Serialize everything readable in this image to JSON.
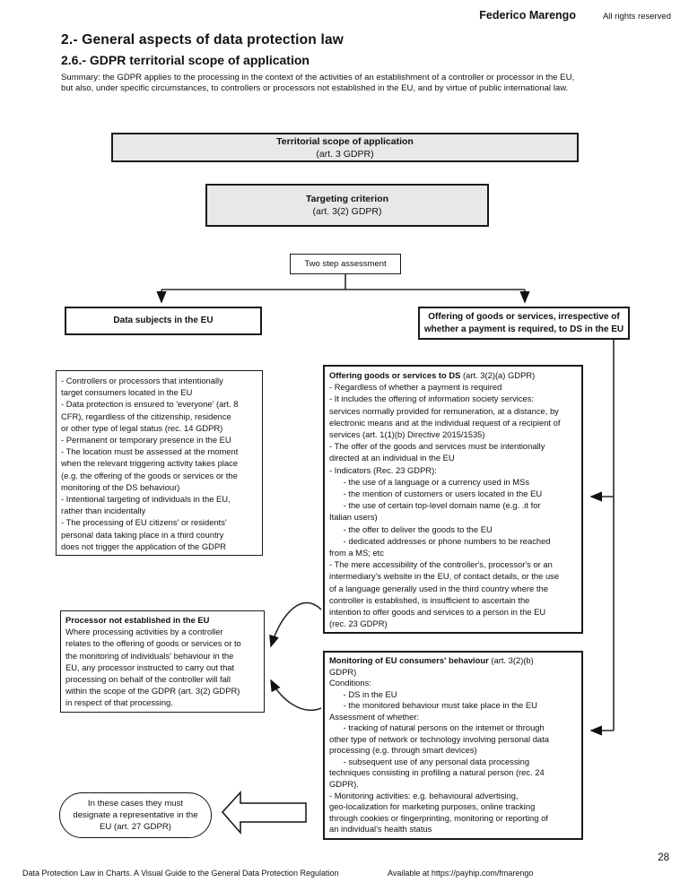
{
  "page": {
    "author": "Federico Marengo",
    "rights": "All rights reserved",
    "title": "2.- General aspects of data protection law",
    "subtitle": "2.6.- GDPR territorial scope of application",
    "summary": "Summary: the GDPR applies to the processing in the context of the activities of an establishment of a controller or processor in the EU,\nbut also, under specific circumstances, to controllers or processors not established in the EU, and by virtue of public international law.",
    "footer_left": "Data Protection Law in Charts. A Visual Guide to the General Data Protection Regulation",
    "footer_right": "Available at https://payhip.com/fmarengo",
    "page_number": "28"
  },
  "colors": {
    "box_fill_gray": "#e8e8e8",
    "border": "#1a1a1a"
  },
  "chart": {
    "territorial": {
      "title": "Territorial scope of application",
      "subtitle": "(art. 3 GDPR)"
    },
    "targeting": {
      "title": "Targeting criterion",
      "subtitle": "(art. 3(2) GDPR)"
    },
    "two_step": "Two step assessment",
    "data_subjects_label": "Data subjects in the EU",
    "offering_branch_label": "Offering of goods or services, irrespective of\nwhether a payment is required, to DS in the EU",
    "data_subjects_details": "- Controllers or processors that intentionally\ntarget consumers located in the EU\n- Data protection is ensured to 'everyone' (art. 8\nCFR), regardless of the citizenship, residence\nor other type of legal status (rec. 14 GDPR)\n- Permanent or temporary presence in the EU\n- The location must be assessed at the moment\nwhen the relevant triggering activity takes place\n(e.g. the offering of the goods or services or the\nmonitoring of the DS behaviour)\n- Intentional targeting of individuals in the EU,\nrather than incidentally\n- The processing of EU citizens' or residents'\npersonal data taking place in a third country\ndoes not trigger the application of the GDPR",
    "offering": {
      "title_bold": "Offering goods or services to DS",
      "title_rest": " (art. 3(2)(a) GDPR)",
      "body": "- Regardless of whether a payment is required\n- It includes the offering of information society services:\nservices normally provided for remuneration, at a distance, by\nelectronic means and at the individual request of a recipient of\nservices (art. 1(1)(b) Directive 2015/1535)\n- The offer of the goods and services must be intentionally\ndirected at an individual in the EU\n- Indicators (Rec. 23 GDPR):\n      - the use of a language or a currency used in MSs\n      - the mention of customers or users located in the EU\n      - the use of certain top-level domain name (e.g. .it for\nItalian users)\n      - the offer to deliver the goods to the EU\n      - dedicated addresses or phone numbers to be reached\nfrom a MS; etc\n- The mere accessibility of the controller's, processor's or an\nintermediary's website in the EU, of contact details, or the use\nof a language generally used in the third country where the\ncontroller is established, is insufficient to ascertain the\nintention to offer goods and services to a person in the EU\n(rec. 23 GDPR)"
    },
    "monitoring": {
      "title_bold": "Monitoring of EU consumers' behaviour",
      "title_rest": " (art. 3(2)(b)",
      "body": "GDPR)\nConditions:\n      - DS in the EU\n      - the monitored behaviour must take place in the EU\nAssessment of whether:\n      - tracking of natural persons on the internet or through\nother type of network or technology involving personal data\nprocessing (e.g. through smart devices)\n      - subsequent use of any personal data processing\ntechniques consisting in profiling a natural person (rec. 24\nGDPR).\n- Monitoring activities: e.g. behavioural advertising,\ngeo-localization for marketing purposes, online tracking\nthrough cookies or fingerprinting, monitoring or reporting of\nan individual's health status"
    },
    "processor": {
      "title": "Processor not established in the EU",
      "body": "Where processing activities by a controller\nrelates to the offering of goods or services or to\nthe monitoring of individuals' behaviour in the\nEU, any processor instructed to carry out that\nprocessing on behalf of the controller will fall\nwithin the scope of the GDPR (art. 3(2) GDPR)\nin respect of that processing."
    },
    "representative": "In these cases they must\ndesignate a representative in the\nEU (art. 27 GDPR)"
  }
}
